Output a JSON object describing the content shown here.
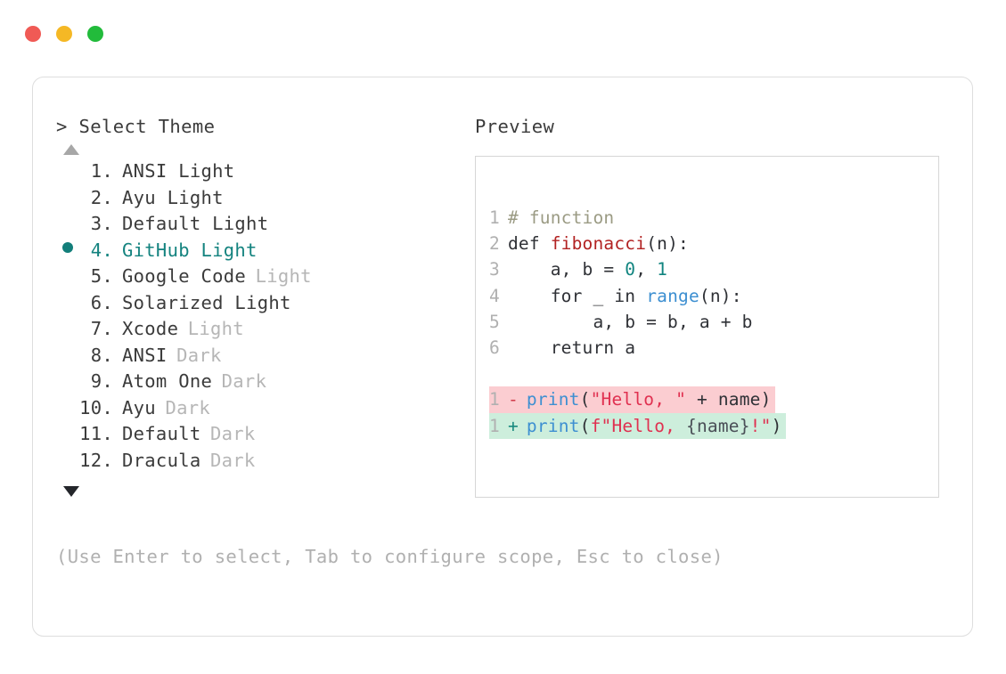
{
  "titlebar": {
    "dots": [
      {
        "name": "close-dot",
        "color": "#f05a55"
      },
      {
        "name": "minimize-dot",
        "color": "#f5b825"
      },
      {
        "name": "maximize-dot",
        "color": "#22bb3b"
      }
    ]
  },
  "picker": {
    "prompt": "> Select Theme",
    "scroll_up_icon": "triangle-up",
    "scroll_down_icon": "triangle-down",
    "selected_index": 4,
    "items": [
      {
        "num": "1.",
        "name": "ANSI Light",
        "variant": ""
      },
      {
        "num": "2.",
        "name": "Ayu Light",
        "variant": ""
      },
      {
        "num": "3.",
        "name": "Default Light",
        "variant": ""
      },
      {
        "num": "4.",
        "name": "GitHub Light",
        "variant": ""
      },
      {
        "num": "5.",
        "name": "Google Code",
        "variant": "Light"
      },
      {
        "num": "6.",
        "name": "Solarized Light",
        "variant": ""
      },
      {
        "num": "7.",
        "name": "Xcode",
        "variant": "Light"
      },
      {
        "num": "8.",
        "name": "ANSI",
        "variant": "Dark"
      },
      {
        "num": "9.",
        "name": "Atom One",
        "variant": "Dark"
      },
      {
        "num": "10.",
        "name": "Ayu",
        "variant": "Dark"
      },
      {
        "num": "11.",
        "name": "Default",
        "variant": "Dark"
      },
      {
        "num": "12.",
        "name": "Dracula",
        "variant": "Dark"
      }
    ]
  },
  "preview": {
    "label": "Preview",
    "code_lines": [
      {
        "ln": "1",
        "tokens": [
          {
            "t": "# function",
            "c": "comment"
          }
        ]
      },
      {
        "ln": "2",
        "tokens": [
          {
            "t": "def ",
            "c": "kw"
          },
          {
            "t": "fibonacci",
            "c": "fn"
          },
          {
            "t": "(n):",
            "c": "punct"
          }
        ]
      },
      {
        "ln": "3",
        "tokens": [
          {
            "t": "    a, b = ",
            "c": "plain"
          },
          {
            "t": "0",
            "c": "num"
          },
          {
            "t": ", ",
            "c": "plain"
          },
          {
            "t": "1",
            "c": "num"
          }
        ]
      },
      {
        "ln": "4",
        "tokens": [
          {
            "t": "    for _ in ",
            "c": "plain"
          },
          {
            "t": "range",
            "c": "builtin"
          },
          {
            "t": "(n):",
            "c": "punct"
          }
        ]
      },
      {
        "ln": "5",
        "tokens": [
          {
            "t": "        a, b = b, a + b",
            "c": "plain"
          }
        ]
      },
      {
        "ln": "6",
        "tokens": [
          {
            "t": "    return a",
            "c": "plain"
          }
        ]
      }
    ],
    "diff_lines": [
      {
        "ln": "1",
        "sign": "-",
        "kind": "minus",
        "tokens": [
          {
            "t": "print",
            "c": "builtin"
          },
          {
            "t": "(",
            "c": "punct"
          },
          {
            "t": "\"Hello, \"",
            "c": "str"
          },
          {
            "t": " + name",
            "c": "plain"
          },
          {
            "t": ")",
            "c": "punct"
          }
        ]
      },
      {
        "ln": "1",
        "sign": "+",
        "kind": "plus",
        "tokens": [
          {
            "t": "print",
            "c": "builtin"
          },
          {
            "t": "(",
            "c": "punct"
          },
          {
            "t": "f\"Hello, ",
            "c": "str"
          },
          {
            "t": "{name}",
            "c": "interp"
          },
          {
            "t": "!\"",
            "c": "str"
          },
          {
            "t": ")",
            "c": "punct"
          }
        ]
      }
    ]
  },
  "footer": {
    "hint": "(Use Enter to select, Tab to configure scope, Esc to close)"
  }
}
